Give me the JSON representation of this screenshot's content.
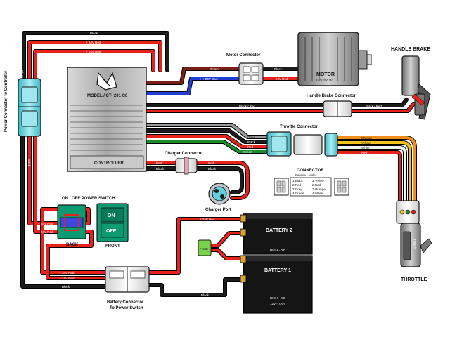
{
  "labels": {
    "power_connector": "Power Connector to Controller",
    "motor_connector": "Motor Connector",
    "motor": "MOTOR",
    "motor_spec": "24 V 250 W",
    "handle_brake": "HANDLE BRAKE",
    "handle_brake_connector": "Handle Brake Connector",
    "controller_model": "MODEL / CT- 201 C6",
    "controller": "CONTROLLER",
    "throttle_connector": "Throttle Connector",
    "charger_connector": "Charger Connector",
    "charger_port": "Charger Port",
    "switch_title": "ON / OFF POWER SWITCH",
    "switch_on": "ON",
    "switch_off": "OFF",
    "switch_back": "BACK",
    "switch_front": "FRONT",
    "battery2": "BATTERY 2",
    "battery2_spec": "HIGH - 0 D",
    "battery1": "BATTERY 1",
    "battery1_spec1": "HIGH - 0 D",
    "battery1_spec2": "12V - 7AH",
    "battery_connector_1": "Battery Connector",
    "battery_connector_2": "To Power Switch",
    "throttle": "THROTTLE",
    "fuse": "FUSE",
    "throttle_body": "THROT"
  },
  "connector_legend": {
    "title": "CONNECTOR",
    "subtitle": "Female  -  Male",
    "pins": [
      "1.Black",
      "2.Red",
      "3.Grey",
      "4.Green",
      "1.Yellow",
      "2.Red",
      "3.Orange",
      "4.White"
    ]
  },
  "wire_labels": {
    "black": "Black",
    "red_24v": "+ 24V Red",
    "brown": "Brown",
    "blue_24v": "+ + 24V Blue",
    "black_red": "Black / Red",
    "grey": "Grey",
    "green": "Green",
    "red": "Red",
    "yellow": "Yellow",
    "orange": "Orange",
    "white": "White",
    "plus24v_red": "+ 24V Red",
    "plus24v_blue": "+ 24V Blue"
  },
  "colors": {
    "red": "#e8211c",
    "black": "#1b1b1b",
    "blue": "#1f3fd4",
    "brown": "#7a1f14",
    "green": "#1d8a2c",
    "grey": "#9a9a9a",
    "yellow": "#f2c21b",
    "orange": "#f08c1a",
    "white": "#f4f4f4",
    "switch_green": "#0a9b72",
    "connector_cyan": "#5fd0dc"
  },
  "icons": {
    "controller_logo": "bird-logo-icon",
    "fuse": "fuse-icon"
  }
}
